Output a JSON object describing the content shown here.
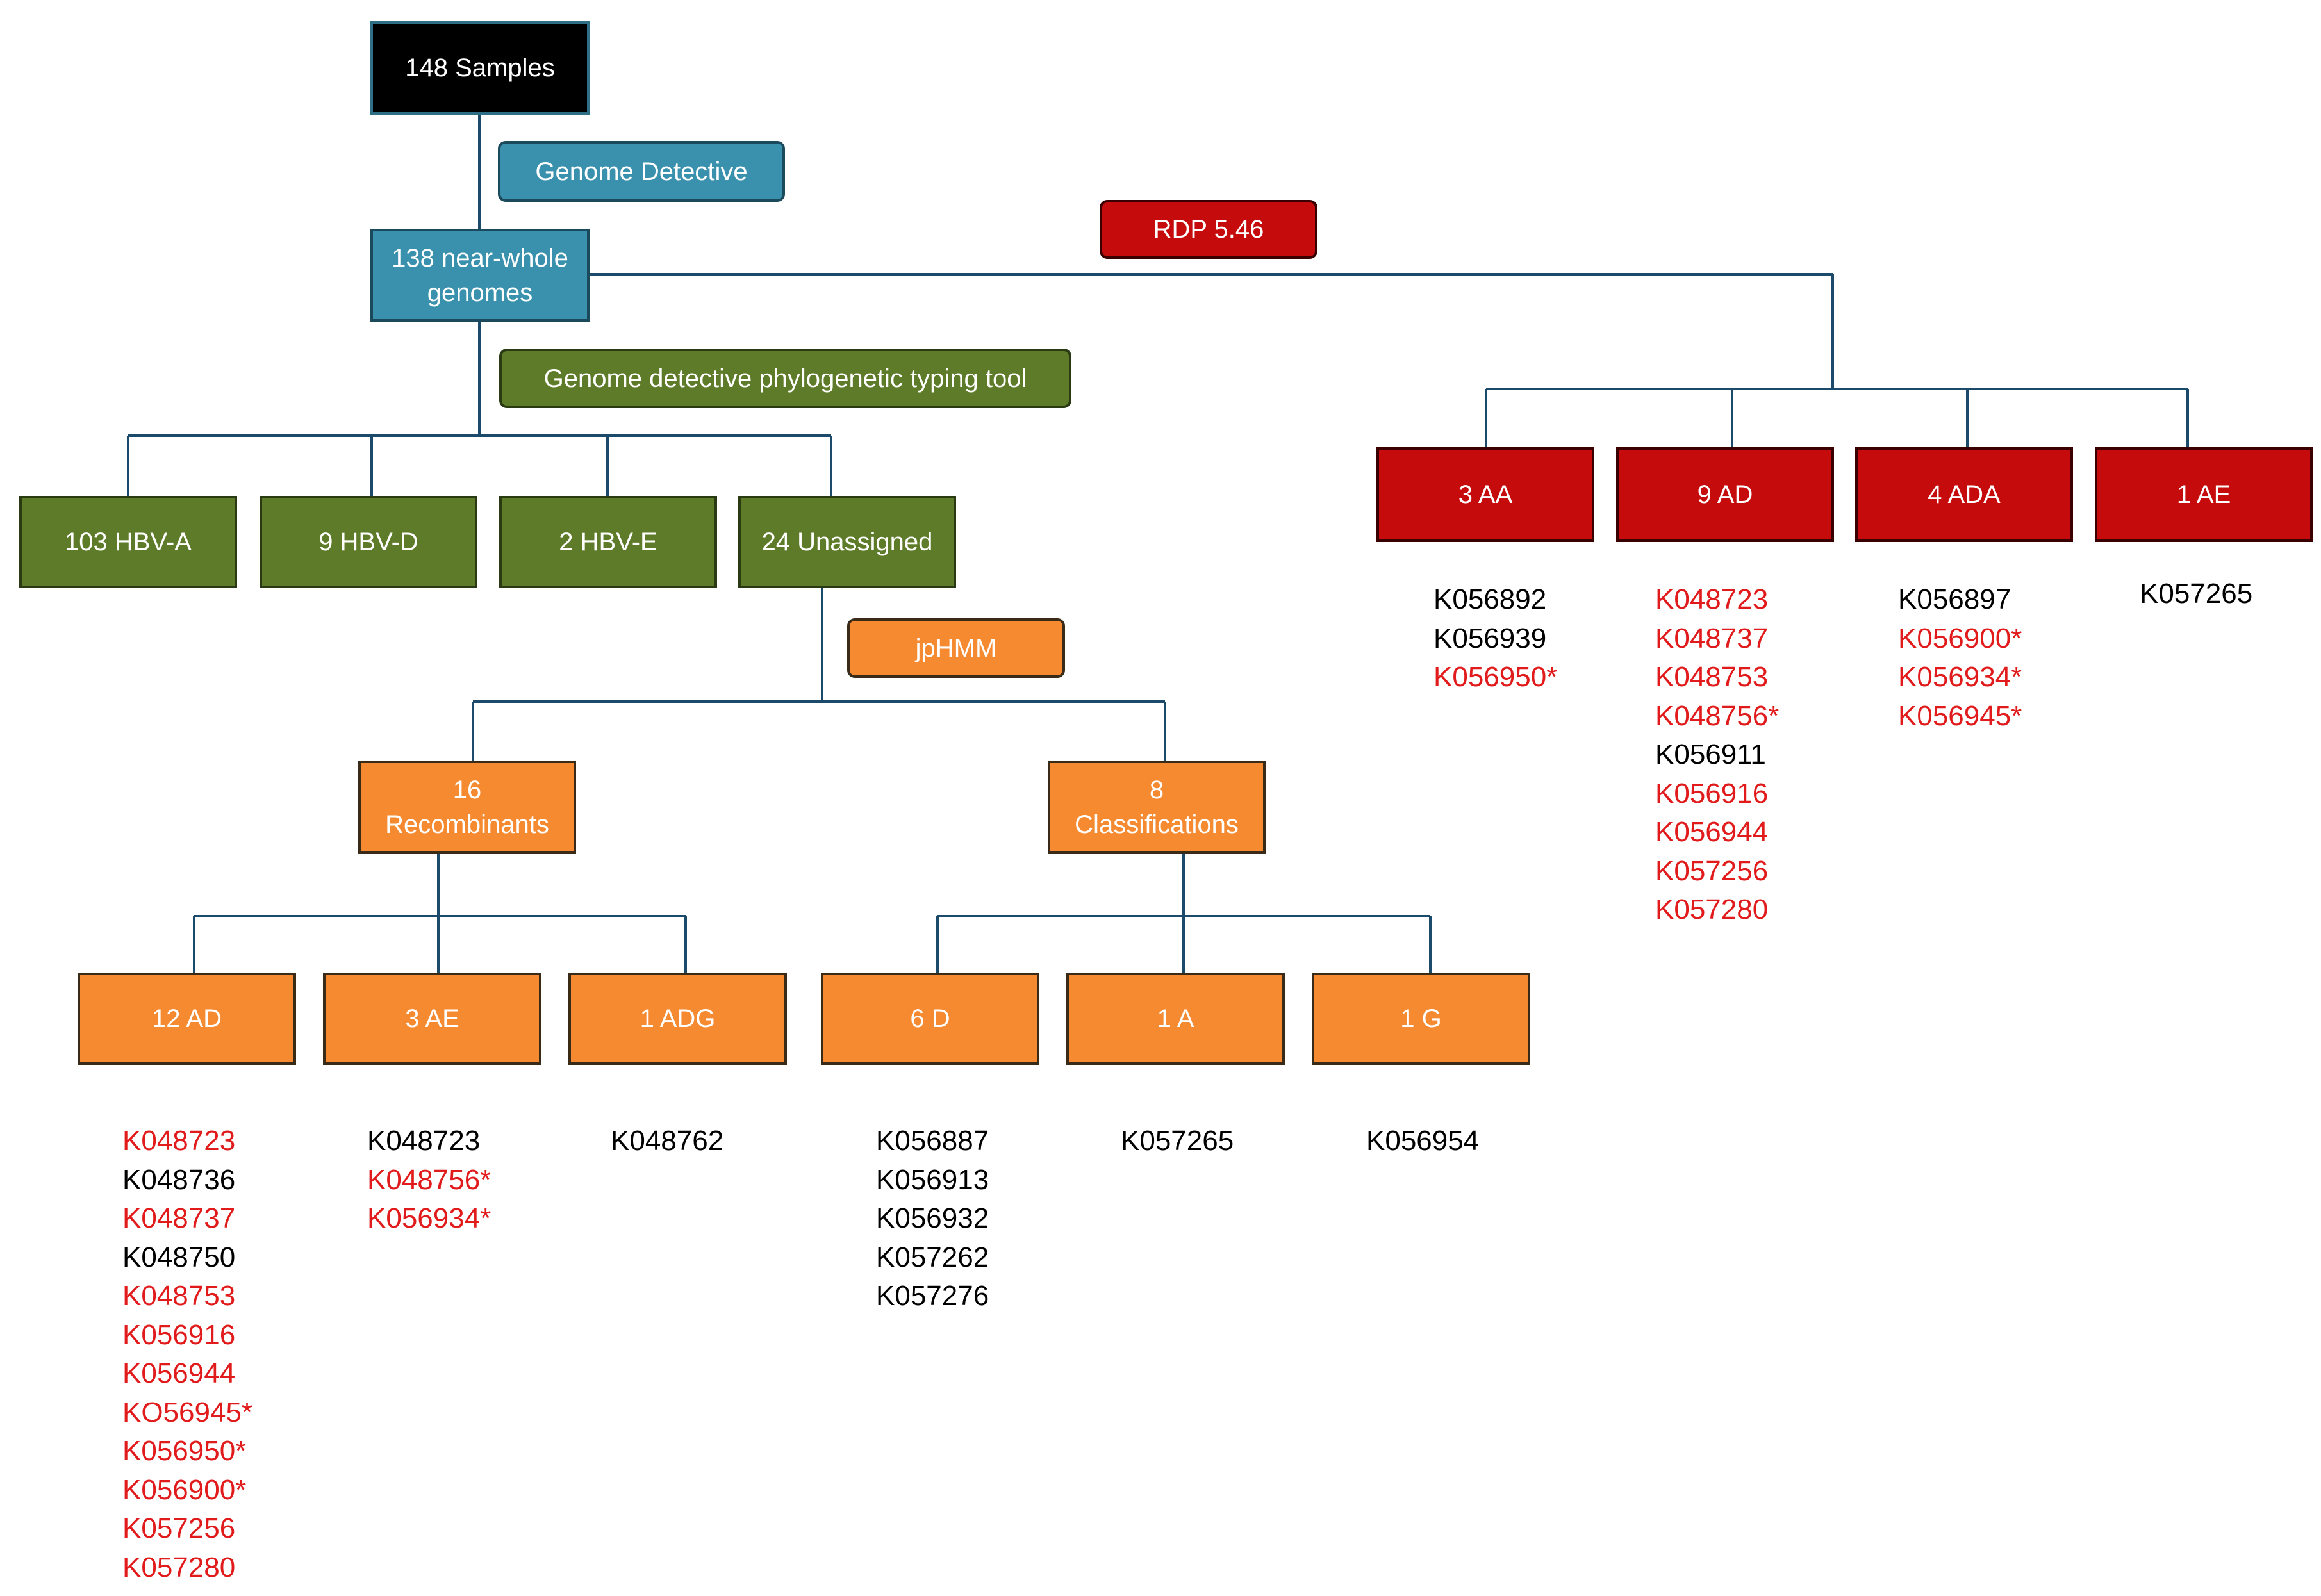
{
  "colors": {
    "connector": "#1b4a6b",
    "red_text": "#e11b1b",
    "black_text": "#000000"
  },
  "nodes": {
    "samples": "148 Samples",
    "genome_detective": "Genome Detective",
    "near_whole": "138 near-whole\ngenomes",
    "rdp": "RDP 5.46",
    "phylo_tool": "Genome detective phylogenetic typing tool",
    "hbv_a": "103 HBV-A",
    "hbv_d": "9 HBV-D",
    "hbv_e": "2 HBV-E",
    "unassigned": "24 Unassigned",
    "jphmm": "jpHMM",
    "recombinants": "16\nRecombinants",
    "classifications": "8\nClassifications",
    "ad12": "12 AD",
    "ae3": "3 AE",
    "adg1": "1 ADG",
    "d6": "6 D",
    "a1": "1 A",
    "g1": "1 G",
    "aa3": "3 AA",
    "ad9": "9 AD",
    "ada4": "4 ADA",
    "ae1": "1 AE"
  },
  "lists": {
    "ad12": [
      {
        "text": "K048723",
        "red": true
      },
      {
        "text": "K048736",
        "red": false
      },
      {
        "text": "K048737",
        "red": true
      },
      {
        "text": "K048750",
        "red": false
      },
      {
        "text": "K048753",
        "red": true
      },
      {
        "text": "K056916",
        "red": true
      },
      {
        "text": "K056944",
        "red": true
      },
      {
        "text": "KO56945*",
        "red": true
      },
      {
        "text": "K056950*",
        "red": true
      },
      {
        "text": "K056900*",
        "red": true
      },
      {
        "text": "K057256",
        "red": true
      },
      {
        "text": "K057280",
        "red": true
      }
    ],
    "ae3": [
      {
        "text": "K048723",
        "red": false
      },
      {
        "text": "K048756*",
        "red": true
      },
      {
        "text": "K056934*",
        "red": true
      }
    ],
    "adg1": [
      {
        "text": "K048762",
        "red": false
      }
    ],
    "d6": [
      {
        "text": "K056887",
        "red": false
      },
      {
        "text": "K056913",
        "red": false
      },
      {
        "text": "K056932",
        "red": false
      },
      {
        "text": "K057262",
        "red": false
      },
      {
        "text": "K057276",
        "red": false
      }
    ],
    "a1": [
      {
        "text": "K057265",
        "red": false
      }
    ],
    "g1": [
      {
        "text": "K056954",
        "red": false
      }
    ],
    "aa3": [
      {
        "text": "K056892",
        "red": false
      },
      {
        "text": "K056939",
        "red": false
      },
      {
        "text": "K056950*",
        "red": true
      }
    ],
    "ad9": [
      {
        "text": "K048723",
        "red": true
      },
      {
        "text": "K048737",
        "red": true
      },
      {
        "text": "K048753",
        "red": true
      },
      {
        "text": "K048756*",
        "red": true
      },
      {
        "text": "K056911",
        "red": false
      },
      {
        "text": "K056916",
        "red": true
      },
      {
        "text": "K056944",
        "red": true
      },
      {
        "text": "K057256",
        "red": true
      },
      {
        "text": "K057280",
        "red": true
      }
    ],
    "ada4": [
      {
        "text": "K056897",
        "red": false
      },
      {
        "text": "K056900*",
        "red": true
      },
      {
        "text": "K056934*",
        "red": true
      },
      {
        "text": "K056945*",
        "red": true
      }
    ],
    "ae1": [
      {
        "text": "K057265",
        "red": false
      }
    ]
  }
}
